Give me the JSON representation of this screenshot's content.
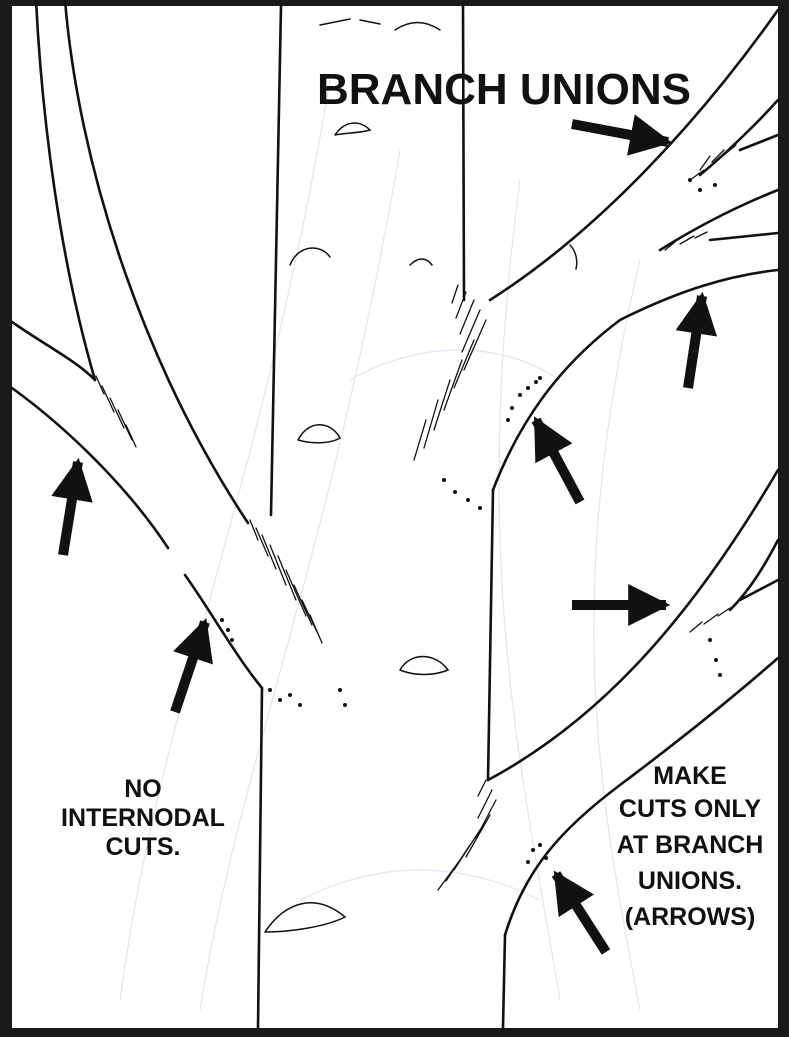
{
  "figure": {
    "title": "BRANCH UNIONS",
    "left_caption": [
      "NO",
      "INTERNODAL",
      "CUTS."
    ],
    "right_caption": [
      "MAKE",
      "CUTS ONLY",
      "AT BRANCH",
      "UNIONS.",
      "(ARROWS)"
    ]
  },
  "colors": {
    "ink": "#111111",
    "paper": "#ffffff",
    "frame": "#1a1a1a"
  },
  "icons": {
    "arrow": "arrow-icon"
  }
}
